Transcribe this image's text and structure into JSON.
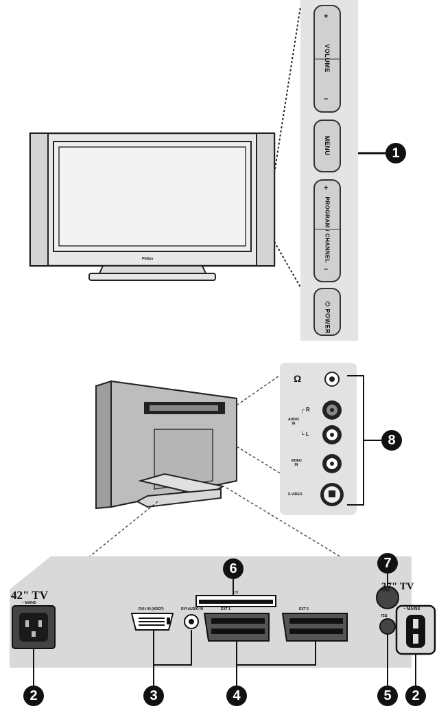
{
  "side_panel": {
    "volume": "VOLUME",
    "volume_plus": "+",
    "volume_minus": "–",
    "menu": "MENU",
    "program_channel": "PROGRAM / CHANNEL",
    "program_plus": "+",
    "program_minus": "–",
    "power": "POWER"
  },
  "tv_front": {
    "brand": "Philips"
  },
  "side_connectors": {
    "headphone_icon": "headphone-icon",
    "audio_in": "AUDIO\nIN",
    "audio_r": "R",
    "audio_l": "L",
    "video_in": "VIDEO\nIN",
    "s_video": "S-VIDEO"
  },
  "rear_panel": {
    "label_42": "42\" TV",
    "label_37": "37\" TV",
    "mains_42": "~ MAINS",
    "mains_37": "MAINS",
    "dvi": "DVI-I IN (HDCP)",
    "dvi_audio": "DVI AUDIO IN",
    "ext1": "EXT 1",
    "ext2": "EXT 2",
    "ci": "CI",
    "antenna": "75Ω",
    "sync": "SYNC"
  },
  "callouts": [
    "1",
    "2",
    "3",
    "4",
    "5",
    "6",
    "7",
    "8",
    "2"
  ],
  "colors": {
    "panel": "#d9d9d9",
    "dark": "#1a1a1a",
    "line": "#222222"
  }
}
